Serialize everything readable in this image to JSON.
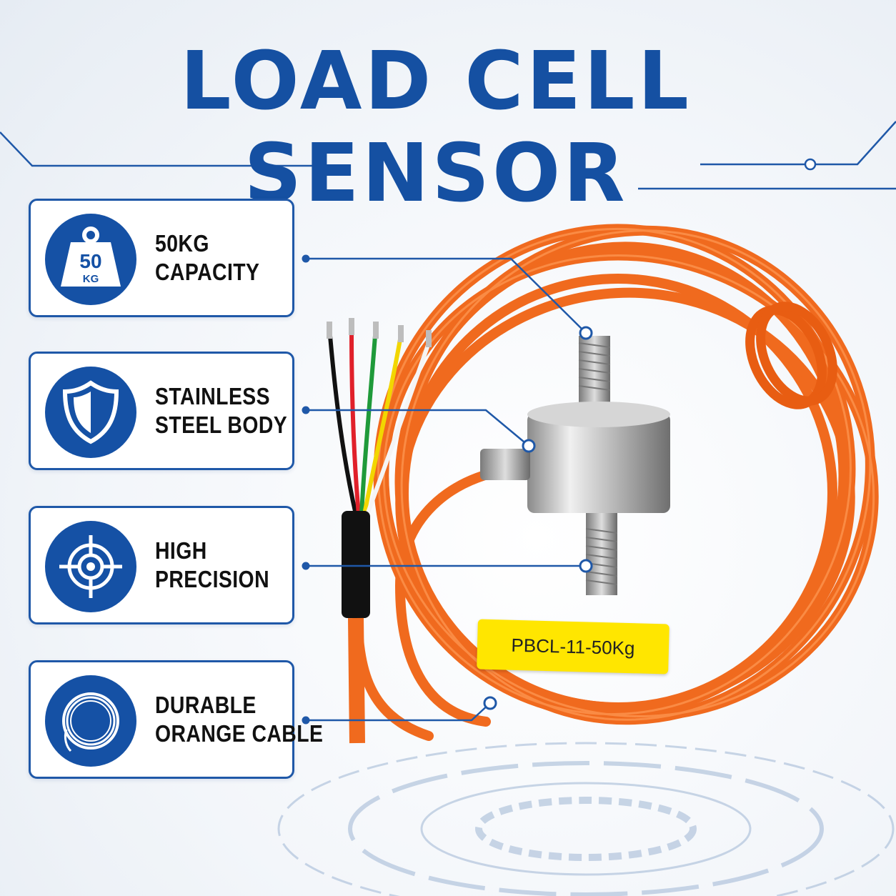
{
  "title": "LOAD CELL SENSOR",
  "features": [
    {
      "id": "capacity",
      "icon": "weight-icon",
      "badge_top": "50",
      "badge_bottom": "KG",
      "line1": "50KG",
      "line2": "CAPACITY"
    },
    {
      "id": "body",
      "icon": "shield-icon",
      "line1": "STAINLESS",
      "line2": "STEEL BODY"
    },
    {
      "id": "precision",
      "icon": "target-icon",
      "line1": "HIGH",
      "line2": "PRECISION"
    },
    {
      "id": "cable",
      "icon": "cable-coil-icon",
      "line1": "DURABLE",
      "line2": "ORANGE CABLE"
    }
  ],
  "model_label": "PBCL-11-50Kg",
  "colors": {
    "brand_blue": "#1550a2",
    "cable_orange": "#f06a1e",
    "label_yellow": "#ffe600",
    "steel": "#c9c9c9"
  },
  "wire_colors": [
    "#111111",
    "#e0202a",
    "#1f9a3a",
    "#f2d600",
    "#f5f5f5"
  ]
}
